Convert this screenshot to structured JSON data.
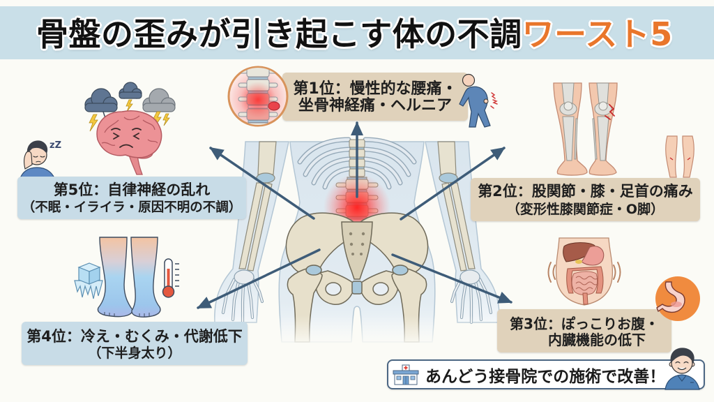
{
  "title": {
    "main": "骨盤の歪みが引き起こす体の不調",
    "highlight": "ワースト5"
  },
  "rankings": [
    {
      "rank": 1,
      "line1": "第1位：慢性的な腰痛・",
      "line2": "坐骨神経痛・ヘルニア",
      "box_color": "#e0d2bb"
    },
    {
      "rank": 2,
      "line1": "第2位：股関節・膝・足首の痛み",
      "line2": "（変形性膝関節症・O脚）",
      "box_color": "#e0d2bb"
    },
    {
      "rank": 3,
      "line1": "第3位：ぽっこりお腹・",
      "line2": "内臓機能の低下",
      "box_color": "#e0d2bb"
    },
    {
      "rank": 4,
      "line1": "第4位：冷え・むくみ・代謝低下",
      "line2": "（下半身太り）",
      "box_color": "#c8dce7"
    },
    {
      "rank": 5,
      "line1": "第5位：自律神経の乱れ",
      "line2": "（不眠・イライラ・原因不明の不調）",
      "box_color": "#c8dce7"
    }
  ],
  "cta": {
    "text": "あんどう接骨院での施術で改善！",
    "icon": "clinic-building-icon"
  },
  "illustrations": {
    "center": "pelvis-skeleton-illustration",
    "rank1": [
      "herniated-disc-spine-icon",
      "back-pain-person-icon"
    ],
    "rank2": [
      "knee-pain-legs-icon",
      "bow-legs-icon"
    ],
    "rank3": [
      "abdomen-organs-icon",
      "stomach-icon"
    ],
    "rank4": [
      "cold-legs-icon",
      "ice-cube-icon",
      "thermometer-icon"
    ],
    "rank5": [
      "stressed-brain-icon",
      "storm-clouds-icon",
      "sleepy-person-icon"
    ],
    "cta_person": "smiling-therapist-icon",
    "sleep_text": "zZ",
    "arrows": 5
  },
  "colors": {
    "background": "#fbfbf6",
    "title_banner": "#c9dfe8",
    "title_text": "#111111",
    "highlight": "#e9762b",
    "blue_box": "#c8dce7",
    "tan_box": "#e0d2bb",
    "arrow": "#3e5c78",
    "cta_border": "#4b6683",
    "pain_glow": "#ff3030"
  }
}
